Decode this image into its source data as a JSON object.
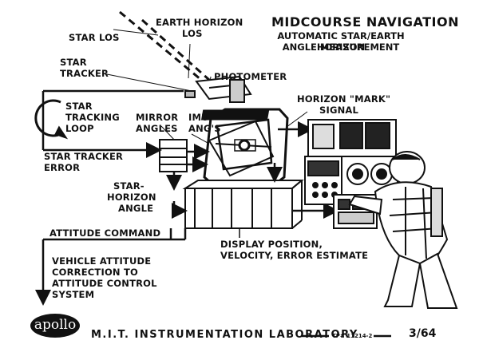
{
  "title": "MIDCOURSE NAVIGATION",
  "subtitle_line1": "AUTOMATIC STAR/EARTH HORIZON",
  "subtitle_line2": "ANGLE MEASUREMENT",
  "labels": {
    "star_los": "STAR LOS",
    "earth_horizon_1": "EARTH HORIZON",
    "earth_horizon_2": "LOS",
    "star_tracker_1": "STAR",
    "star_tracker_2": "TRACKER",
    "photometer": "PHOTOMETER",
    "horizon_mark_1": "HORIZON \"MARK\"",
    "horizon_mark_2": "SIGNAL",
    "loop_1": "STAR",
    "loop_2": "TRACKING",
    "loop_3": "LOOP",
    "mirror_1": "MIRROR",
    "mirror_2": "ANGLES",
    "imu_1": "IMU",
    "imu_2": "ANG'S",
    "tracker_error_1": "STAR TRACKER",
    "tracker_error_2": "ERROR",
    "star_horizon_1": "STAR-",
    "star_horizon_2": "HORIZON",
    "star_horizon_3": "ANGLE",
    "attitude_command": "ATTITUDE COMMAND",
    "display_1": "DISPLAY POSITION,",
    "display_2": "VELOCITY, ERROR ESTIMATE",
    "vehicle_1": "VEHICLE ATTITUDE",
    "vehicle_2": "CORRECTION TO",
    "vehicle_3": "ATTITUDE CONTROL",
    "vehicle_4": "SYSTEM"
  },
  "footer": {
    "logo": "apollo",
    "lab": "M.I.T. INSTRUMENTATION LABORATORY",
    "code": "TP# 11214-2",
    "page": "3/64"
  }
}
